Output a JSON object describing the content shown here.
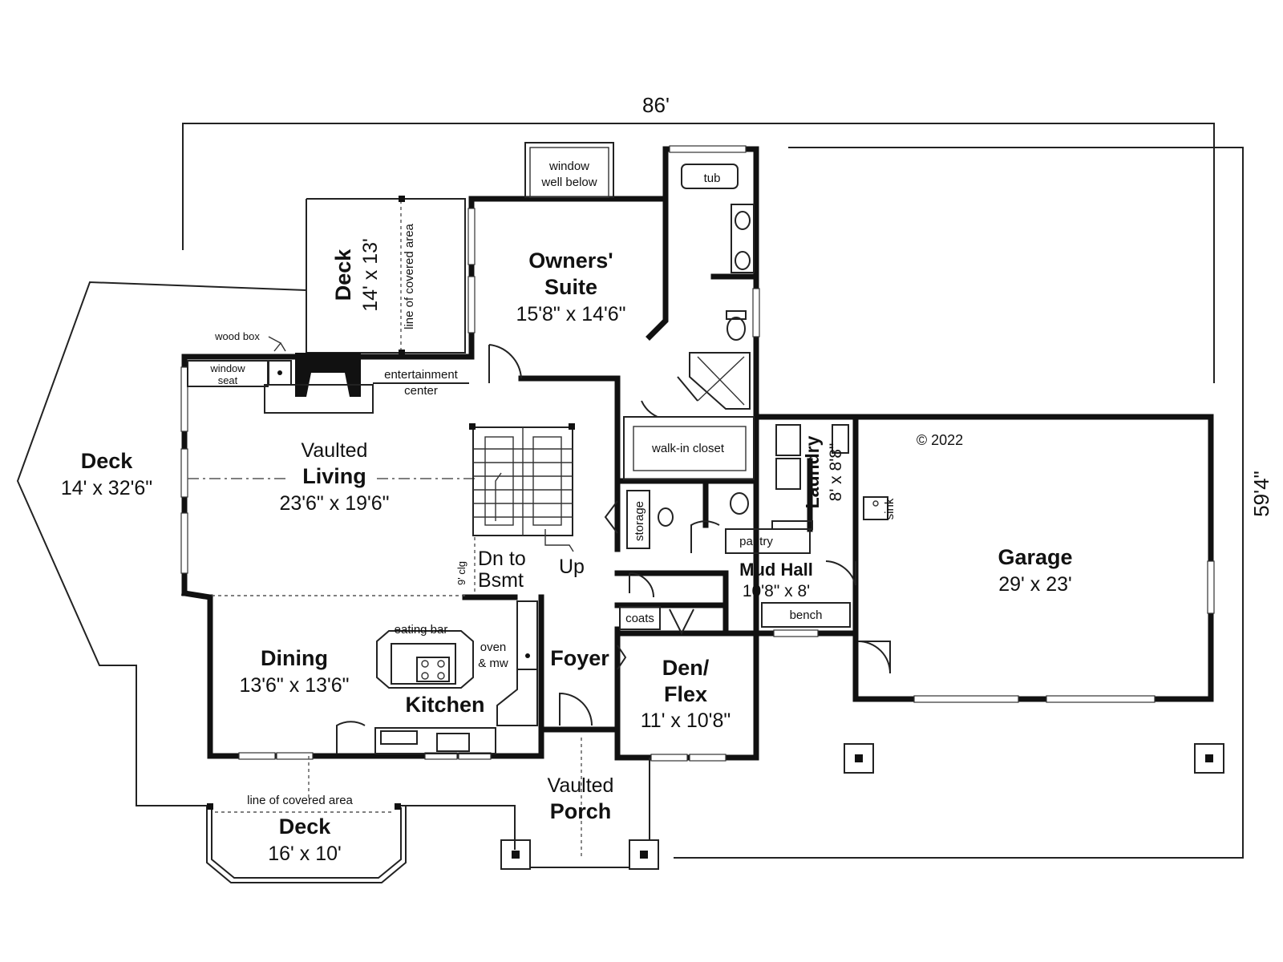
{
  "overall": {
    "width": "86'",
    "depth": "59'4\""
  },
  "copyright": "© 2022",
  "rooms": {
    "deck_side": {
      "name": "Deck",
      "size": "14' x 32'6\""
    },
    "deck_upper": {
      "name": "Deck",
      "size": "14' x 13'"
    },
    "owners_suite": {
      "name_line1": "Owners'",
      "name_line2": "Suite",
      "size": "15'8\" x 14'6\""
    },
    "living": {
      "name_line1": "Vaulted",
      "name_line2": "Living",
      "size": "23'6\" x 19'6\""
    },
    "dining": {
      "name": "Dining",
      "size": "13'6\" x 13'6\""
    },
    "kitchen": {
      "name": "Kitchen"
    },
    "foyer": {
      "name": "Foyer"
    },
    "den": {
      "name_line1": "Den/",
      "name_line2": "Flex",
      "size": "11' x 10'8\""
    },
    "mud_hall": {
      "name": "Mud Hall",
      "size": "10'8\" x 8'"
    },
    "laundry": {
      "name": "Laundry",
      "size": "8' x 8'8\""
    },
    "garage": {
      "name": "Garage",
      "size": "29' x 23'"
    },
    "porch": {
      "name_line1": "Vaulted",
      "name_line2": "Porch"
    },
    "deck_lower": {
      "name": "Deck",
      "size": "16' x 10'"
    }
  },
  "labels": {
    "window_well_1": "window",
    "window_well_2": "well below",
    "tub": "tub",
    "line_covered_upper": "line of covered area",
    "line_covered_lower": "line of covered area",
    "wood_box": "wood box",
    "window_seat_1": "window",
    "window_seat_2": "seat",
    "entertainment_1": "entertainment",
    "entertainment_2": "center",
    "walk_in_closet": "walk-in closet",
    "storage": "storage",
    "pantry": "pantry",
    "sink": "sink",
    "dn_to_1": "Dn to",
    "dn_to_2": "Bsmt",
    "up": "Up",
    "ceiling": "9' clg",
    "eating_bar": "eating bar",
    "oven_1": "oven",
    "oven_2": "& mw",
    "coats": "coats",
    "bench": "bench"
  }
}
